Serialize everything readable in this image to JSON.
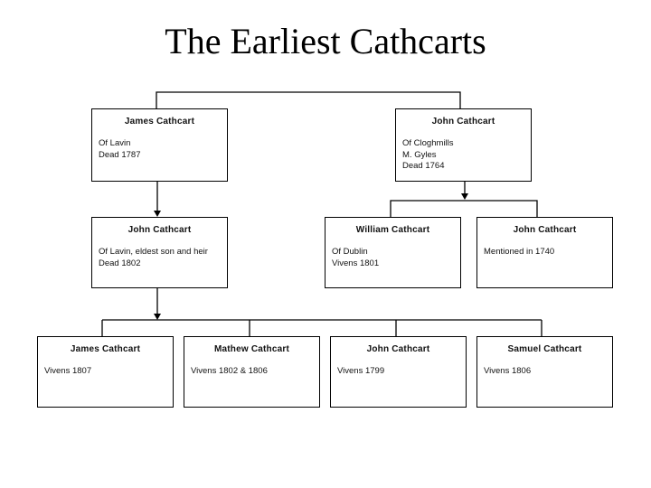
{
  "title": "The Earliest Cathcarts",
  "people": {
    "james_lavin": {
      "name": "James Cathcart",
      "details": [
        "Of Lavin",
        "Dead 1787"
      ]
    },
    "john_cloghmills": {
      "name": "John Cathcart",
      "details": [
        "Of Cloghmills",
        "M. Gyles",
        "Dead 1764"
      ]
    },
    "john_lavin_heir": {
      "name": "John Cathcart",
      "details": [
        "Of Lavin, eldest son and heir",
        "Dead 1802"
      ]
    },
    "william_dublin": {
      "name": "William Cathcart",
      "details": [
        "Of Dublin",
        "Vivens 1801"
      ]
    },
    "john_1740": {
      "name": "John Cathcart",
      "details": [
        "Mentioned in 1740"
      ]
    },
    "james_1807": {
      "name": "James Cathcart",
      "details": [
        "Vivens 1807"
      ]
    },
    "mathew": {
      "name": "Mathew Cathcart",
      "details": [
        "Vivens 1802 & 1806"
      ]
    },
    "john_1799": {
      "name": "John Cathcart",
      "details": [
        "Vivens 1799"
      ]
    },
    "samuel": {
      "name": "Samuel Cathcart",
      "details": [
        "Vivens 1806"
      ]
    }
  },
  "relationships": [
    {
      "from": "james_lavin",
      "to": "john_cloghmills",
      "type": "sibling-bracket"
    },
    {
      "from": "james_lavin",
      "to": "john_lavin_heir",
      "type": "parent-child"
    },
    {
      "from": "john_cloghmills",
      "to": [
        "william_dublin",
        "john_1740"
      ],
      "type": "parent-children"
    },
    {
      "from": "john_lavin_heir",
      "to": [
        "james_1807",
        "mathew",
        "john_1799",
        "samuel"
      ],
      "type": "parent-children"
    }
  ]
}
